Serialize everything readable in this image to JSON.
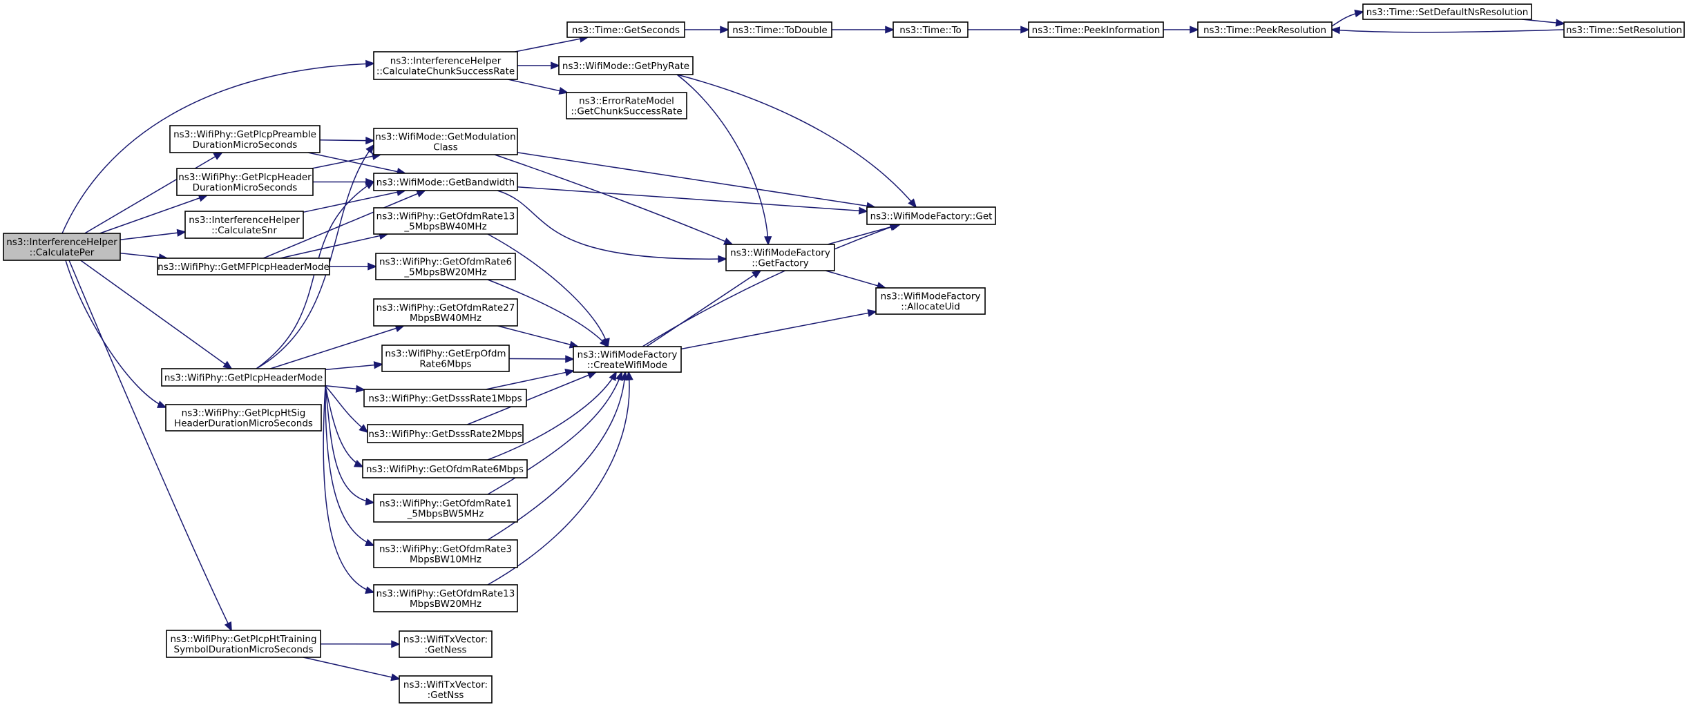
{
  "graph": {
    "nodes": [
      {
        "id": "root",
        "lines": [
          "ns3::InterferenceHelper",
          "::CalculatePer"
        ],
        "root": true
      },
      {
        "id": "chunk",
        "lines": [
          "ns3::InterferenceHelper",
          "::CalculateChunkSuccessRate"
        ]
      },
      {
        "id": "getSeconds",
        "lines": [
          "ns3::Time::GetSeconds"
        ]
      },
      {
        "id": "toDouble",
        "lines": [
          "ns3::Time::ToDouble"
        ]
      },
      {
        "id": "to",
        "lines": [
          "ns3::Time::To"
        ]
      },
      {
        "id": "peekInfo",
        "lines": [
          "ns3::Time::PeekInformation"
        ]
      },
      {
        "id": "peekRes",
        "lines": [
          "ns3::Time::PeekResolution"
        ]
      },
      {
        "id": "setDefault",
        "lines": [
          "ns3::Time::SetDefaultNsResolution"
        ]
      },
      {
        "id": "setRes",
        "lines": [
          "ns3::Time::SetResolution"
        ]
      },
      {
        "id": "getPhyRate",
        "lines": [
          "ns3::WifiMode::GetPhyRate"
        ]
      },
      {
        "id": "errModel",
        "lines": [
          "ns3::ErrorRateModel",
          "::GetChunkSuccessRate"
        ]
      },
      {
        "id": "preamble",
        "lines": [
          "ns3::WifiPhy::GetPlcpPreamble",
          "DurationMicroSeconds"
        ]
      },
      {
        "id": "modClass",
        "lines": [
          "ns3::WifiMode::GetModulation",
          "Class"
        ]
      },
      {
        "id": "hdrDur",
        "lines": [
          "ns3::WifiPhy::GetPlcpHeader",
          "DurationMicroSeconds"
        ]
      },
      {
        "id": "bandwidth",
        "lines": [
          "ns3::WifiMode::GetBandwidth"
        ]
      },
      {
        "id": "snr",
        "lines": [
          "ns3::InterferenceHelper",
          "::CalculateSnr"
        ]
      },
      {
        "id": "mfHdr",
        "lines": [
          "ns3::WifiPhy::GetMFPlcpHeaderMode"
        ]
      },
      {
        "id": "ofdm13_40",
        "lines": [
          "ns3::WifiPhy::GetOfdmRate13",
          "_5MbpsBW40MHz"
        ]
      },
      {
        "id": "ofdm6_20",
        "lines": [
          "ns3::WifiPhy::GetOfdmRate6",
          "_5MbpsBW20MHz"
        ]
      },
      {
        "id": "ofdm27_40",
        "lines": [
          "ns3::WifiPhy::GetOfdmRate27",
          "MbpsBW40MHz"
        ]
      },
      {
        "id": "erp6",
        "lines": [
          "ns3::WifiPhy::GetErpOfdm",
          "Rate6Mbps"
        ]
      },
      {
        "id": "dsss1",
        "lines": [
          "ns3::WifiPhy::GetDsssRate1Mbps"
        ]
      },
      {
        "id": "dsss2",
        "lines": [
          "ns3::WifiPhy::GetDsssRate2Mbps"
        ]
      },
      {
        "id": "ofdm6",
        "lines": [
          "ns3::WifiPhy::GetOfdmRate6Mbps"
        ]
      },
      {
        "id": "ofdm1_5",
        "lines": [
          "ns3::WifiPhy::GetOfdmRate1",
          "_5MbpsBW5MHz"
        ]
      },
      {
        "id": "ofdm3_10",
        "lines": [
          "ns3::WifiPhy::GetOfdmRate3",
          "MbpsBW10MHz"
        ]
      },
      {
        "id": "ofdm13_20",
        "lines": [
          "ns3::WifiPhy::GetOfdmRate13",
          "MbpsBW20MHz"
        ]
      },
      {
        "id": "hdrMode",
        "lines": [
          "ns3::WifiPhy::GetPlcpHeaderMode"
        ]
      },
      {
        "id": "htSig",
        "lines": [
          "ns3::WifiPhy::GetPlcpHtSig",
          "HeaderDurationMicroSeconds"
        ]
      },
      {
        "id": "htTrain",
        "lines": [
          "ns3::WifiPhy::GetPlcpHtTraining",
          "SymbolDurationMicroSeconds"
        ]
      },
      {
        "id": "ness",
        "lines": [
          "ns3::WifiTxVector:",
          ":GetNess"
        ]
      },
      {
        "id": "nss",
        "lines": [
          "ns3::WifiTxVector:",
          ":GetNss"
        ]
      },
      {
        "id": "factoryGet",
        "lines": [
          "ns3::WifiModeFactory::Get"
        ]
      },
      {
        "id": "getFactory",
        "lines": [
          "ns3::WifiModeFactory",
          "::GetFactory"
        ]
      },
      {
        "id": "allocUid",
        "lines": [
          "ns3::WifiModeFactory",
          "::AllocateUid"
        ]
      },
      {
        "id": "createMode",
        "lines": [
          "ns3::WifiModeFactory",
          "::CreateWifiMode"
        ]
      }
    ],
    "edges": [
      [
        "root",
        "chunk"
      ],
      [
        "root",
        "preamble"
      ],
      [
        "root",
        "hdrDur"
      ],
      [
        "root",
        "snr"
      ],
      [
        "root",
        "mfHdr"
      ],
      [
        "root",
        "hdrMode"
      ],
      [
        "root",
        "htSig"
      ],
      [
        "root",
        "htTrain"
      ],
      [
        "chunk",
        "getSeconds"
      ],
      [
        "chunk",
        "getPhyRate"
      ],
      [
        "chunk",
        "errModel"
      ],
      [
        "getSeconds",
        "toDouble"
      ],
      [
        "toDouble",
        "to"
      ],
      [
        "to",
        "peekInfo"
      ],
      [
        "peekInfo",
        "peekRes"
      ],
      [
        "peekRes",
        "setDefault"
      ],
      [
        "setDefault",
        "setRes"
      ],
      [
        "setRes",
        "peekRes"
      ],
      [
        "getPhyRate",
        "factoryGet"
      ],
      [
        "getPhyRate",
        "getFactory"
      ],
      [
        "preamble",
        "modClass"
      ],
      [
        "preamble",
        "bandwidth"
      ],
      [
        "hdrDur",
        "modClass"
      ],
      [
        "hdrDur",
        "bandwidth"
      ],
      [
        "snr",
        "bandwidth"
      ],
      [
        "mfHdr",
        "bandwidth"
      ],
      [
        "mfHdr",
        "ofdm13_40"
      ],
      [
        "mfHdr",
        "ofdm6_20"
      ],
      [
        "modClass",
        "factoryGet"
      ],
      [
        "modClass",
        "getFactory"
      ],
      [
        "bandwidth",
        "factoryGet"
      ],
      [
        "bandwidth",
        "getFactory"
      ],
      [
        "ofdm13_40",
        "createMode"
      ],
      [
        "ofdm6_20",
        "createMode"
      ],
      [
        "ofdm27_40",
        "createMode"
      ],
      [
        "erp6",
        "createMode"
      ],
      [
        "dsss1",
        "createMode"
      ],
      [
        "dsss2",
        "createMode"
      ],
      [
        "ofdm6",
        "createMode"
      ],
      [
        "ofdm1_5",
        "createMode"
      ],
      [
        "ofdm3_10",
        "createMode"
      ],
      [
        "ofdm13_20",
        "createMode"
      ],
      [
        "hdrMode",
        "modClass"
      ],
      [
        "hdrMode",
        "bandwidth"
      ],
      [
        "hdrMode",
        "ofdm27_40"
      ],
      [
        "hdrMode",
        "erp6"
      ],
      [
        "hdrMode",
        "dsss1"
      ],
      [
        "hdrMode",
        "dsss2"
      ],
      [
        "hdrMode",
        "ofdm6"
      ],
      [
        "hdrMode",
        "ofdm1_5"
      ],
      [
        "hdrMode",
        "ofdm3_10"
      ],
      [
        "hdrMode",
        "ofdm13_20"
      ],
      [
        "htTrain",
        "ness"
      ],
      [
        "htTrain",
        "nss"
      ],
      [
        "createMode",
        "getFactory"
      ],
      [
        "createMode",
        "factoryGet"
      ],
      [
        "createMode",
        "allocUid"
      ],
      [
        "getFactory",
        "factoryGet"
      ],
      [
        "getFactory",
        "allocUid"
      ]
    ]
  }
}
